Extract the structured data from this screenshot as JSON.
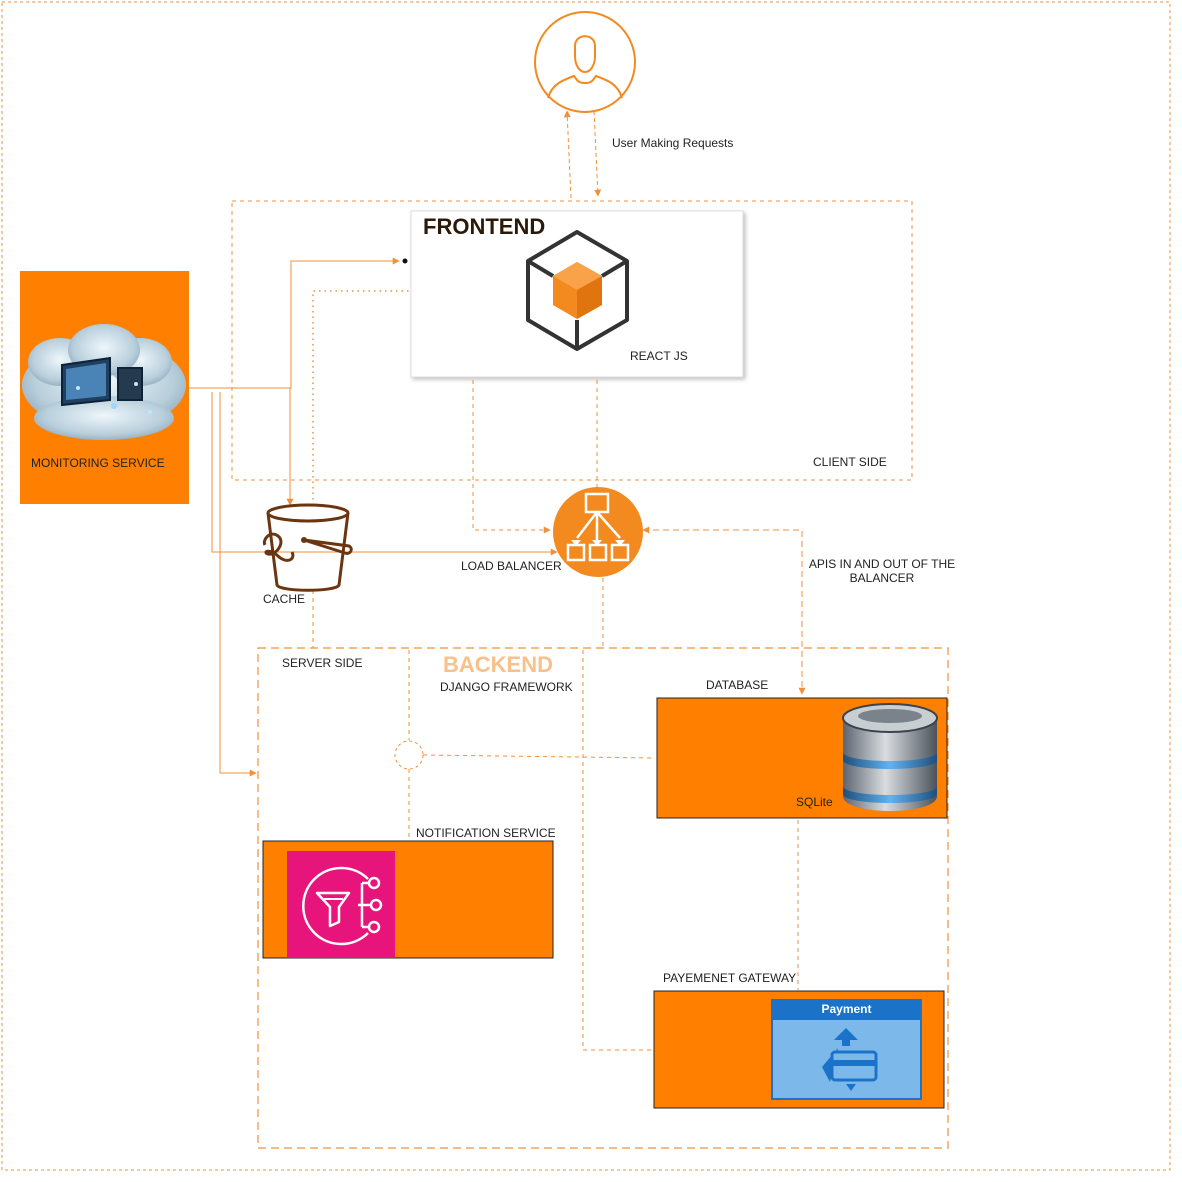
{
  "user": {
    "caption": "User Making Requests",
    "icon": "user-icon"
  },
  "client_side": {
    "label": "CLIENT SIDE",
    "frontend": {
      "title": "FRONTEND",
      "tech": "REACT JS",
      "icon": "cube-icon"
    }
  },
  "monitoring": {
    "label": "MONITORING SERVICE",
    "icon": "cloud-monitor-icon"
  },
  "cache": {
    "label": "CACHE",
    "icon": "bucket-icon"
  },
  "load_balancer": {
    "label": "LOAD BALANCER",
    "icon": "load-balancer-icon"
  },
  "apis_note": {
    "line1": "APIS IN AND OUT OF THE",
    "line2": "BALANCER"
  },
  "server_side": {
    "label": "SERVER SIDE",
    "backend": {
      "title": "BACKEND",
      "framework": "DJANGO FRAMEWORK"
    }
  },
  "database": {
    "label": "DATABASE",
    "tech": "SQLite",
    "icon": "database-icon"
  },
  "notification": {
    "label": "NOTIFICATION SERVICE",
    "icon": "notification-icon"
  },
  "payment_gateway": {
    "label": "PAYEMENET GATEWAY",
    "panel_title": "Payment",
    "icon": "credit-card-icon"
  },
  "colors": {
    "accent": "#ff8000",
    "line": "#f0913a",
    "notification_bg": "#e7157b",
    "payment_header": "#1a73c9",
    "payment_body": "#7db8ea",
    "backend_title": "#f9c08a"
  }
}
